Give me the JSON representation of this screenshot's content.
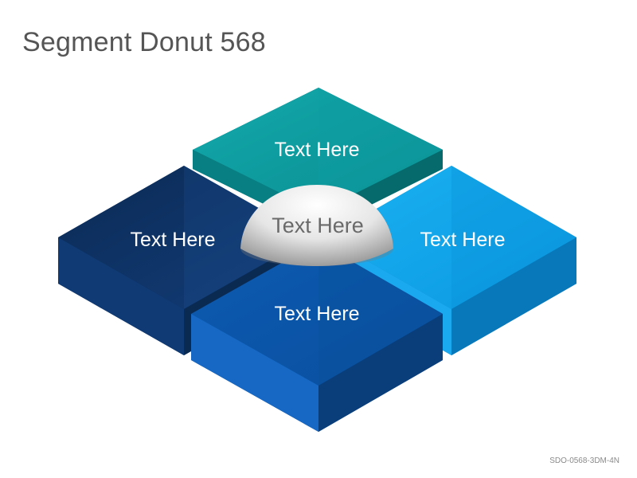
{
  "page": {
    "title": "Segment Donut 568",
    "code": "SDO-0568-3DM-4N"
  },
  "diagram": {
    "center": {
      "label": "Text Here",
      "color": "#d9d9d9"
    },
    "segments": [
      {
        "id": "top",
        "label": "Text Here",
        "color": "#0a969a"
      },
      {
        "id": "left",
        "label": "Text Here",
        "color": "#0c3366"
      },
      {
        "id": "right",
        "label": "Text Here",
        "color": "#10a4ea"
      },
      {
        "id": "bottom",
        "label": "Text Here",
        "color": "#0a55aa"
      }
    ]
  }
}
